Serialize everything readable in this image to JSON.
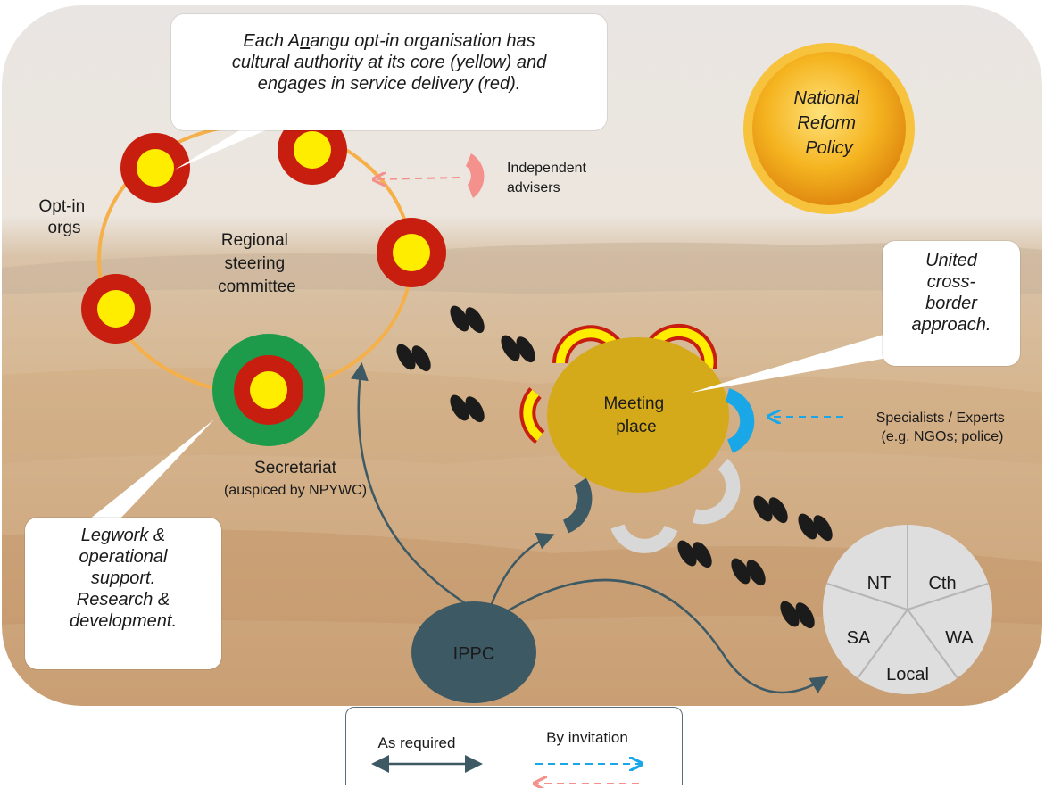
{
  "callouts": {
    "top": {
      "line1_pre": "Each A",
      "line1_underlined": "n",
      "line1_post": "angu opt-in organisation has",
      "line2": "cultural authority at its core (yellow) and",
      "line3": "engages in service delivery (red)."
    },
    "united": [
      "United",
      "cross-",
      "border",
      "approach."
    ],
    "legwork": [
      "Legwork &",
      "operational",
      "support.",
      "Research &",
      "development."
    ]
  },
  "sun_label": [
    "National",
    "Reform",
    "Policy"
  ],
  "labels": {
    "opt_in_orgs": [
      "Opt-in",
      "orgs"
    ],
    "regional_steering": [
      "Regional",
      "steering",
      "committee"
    ],
    "independent_advisers": [
      "Independent",
      "advisers"
    ],
    "secretariat": "Secretariat",
    "secretariat_sub": "(auspiced by NPYWC)",
    "meeting_place": [
      "Meeting",
      "place"
    ],
    "specialists": [
      "Specialists / Experts",
      "(e.g. NGOs; police)"
    ],
    "ippc": "IPPC"
  },
  "pie_segments": [
    "NT",
    "Cth",
    "WA",
    "Local",
    "SA"
  ],
  "legend": {
    "as_required": "As required",
    "by_invitation": "By invitation"
  },
  "colors": {
    "cultural_authority": "#ffed00",
    "service_delivery": "#c81e0f",
    "secretariat_ring": "#1e9a4b",
    "ring_line": "#f5b04a",
    "meeting_place": "#d4a91a",
    "specialists": "#1aa7e8",
    "ippc": "#3d5964",
    "advisers": "#f4918c",
    "pie_fill": "#dedede",
    "sun": "#f3a81a"
  }
}
